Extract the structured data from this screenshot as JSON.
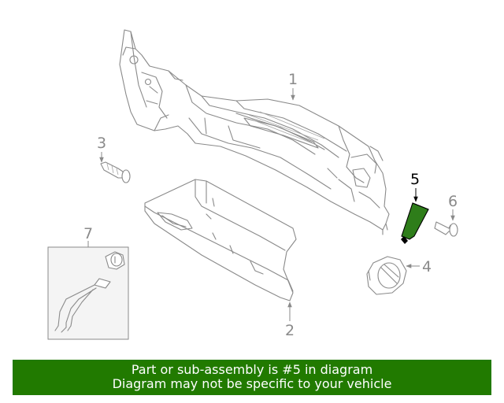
{
  "callouts": {
    "c1": "1",
    "c2": "2",
    "c3": "3",
    "c4": "4",
    "c5": "5",
    "c6": "6",
    "c7": "7"
  },
  "highlight": {
    "callout": "5",
    "color": "#217A00"
  },
  "banner": {
    "line1": "Part or sub-assembly is #5 in diagram",
    "line2": "Diagram may not be specific to your vehicle",
    "background": "#217A00",
    "text_color": "#FFFFFF"
  }
}
